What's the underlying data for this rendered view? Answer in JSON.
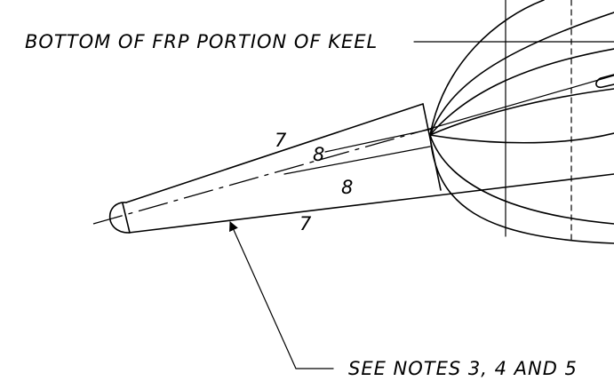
{
  "labels": {
    "bottom_frp": "BOTTOM OF FRP PORTION OF KEEL",
    "see_notes": "SEE NOTES 3, 4 AND 5"
  },
  "dimensions": {
    "upper_outer": "7",
    "upper_inner": "8",
    "lower_inner": "8",
    "lower_outer": "7"
  },
  "colors": {
    "ink": "#000000",
    "paper": "#ffffff"
  }
}
